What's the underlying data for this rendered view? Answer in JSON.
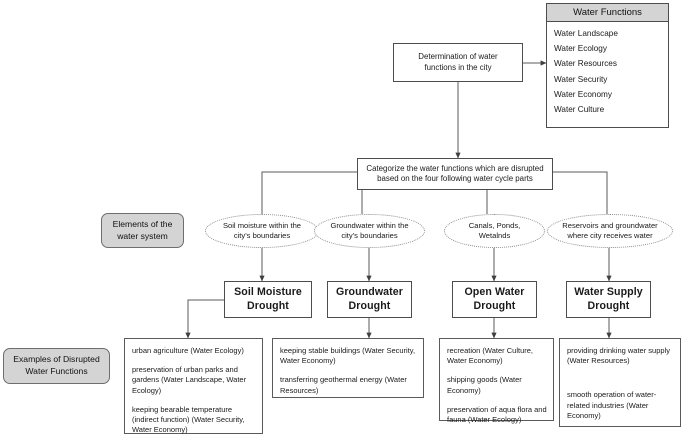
{
  "diagram": {
    "type": "flowchart",
    "root": {
      "label": "Determination of water\nfunctions in the city"
    },
    "categorize": {
      "label": "Categorize the water functions which are disrupted\nbased on the four following water cycle parts"
    },
    "water_functions_panel": {
      "title": "Water Functions",
      "items": [
        "Water Landscape",
        "Water Ecology",
        "Water Resources",
        "Water Security",
        "Water Economy",
        "Water Culture"
      ]
    },
    "side_labels": {
      "elements": "Elements of the\nwater system",
      "examples": "Examples of Disrupted\nWater Functions"
    },
    "cycle_parts": [
      "Soil moisture within the\ncity's boundaries",
      "Groundwater within the\ncity's  boundaries",
      "Canals, Ponds,\nWetalnds",
      "Reservoirs and groundwater\nwhere city receives water"
    ],
    "droughts": [
      "Soil Moisture\nDrought",
      "Groundwater\nDrought",
      "Open Water\nDrought",
      "Water Supply\nDrought"
    ],
    "examples": [
      [
        "urban agriculture (Water Ecology)",
        "preservation of  urban parks and gardens (Water Landscape, Water Ecology)",
        "keeping bearable temperature (indirect function) (Water Security, Water Economy)"
      ],
      [
        "keeping stable buildings (Water Security, Water Economy)",
        "transferring geothermal energy (Water Resources)"
      ],
      [
        "recreation  (Water Culture, Water Economy)",
        "shipping goods (Water Economy)",
        "preservation of aqua flora and fauna (Water Ecology)"
      ],
      [
        "providing drinking water supply (Water Resources)",
        "smooth operation of water-related industries (Water Economy)"
      ]
    ],
    "colors": {
      "stroke": "#4d4d4d",
      "tag_fill": "#d4d4d4",
      "panel_header_fill": "#d4d4d4",
      "background": "#ffffff",
      "ellipse_stroke": "#8a8a8a"
    }
  }
}
